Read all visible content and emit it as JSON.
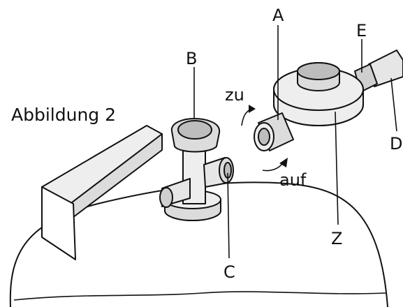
{
  "figure": {
    "caption": "Abbildung 2",
    "labels": {
      "a": "A",
      "b": "B",
      "c": "C",
      "d": "D",
      "e": "E",
      "z": "Z",
      "zu": "zu",
      "auf": "auf"
    },
    "colors": {
      "line": "#111111",
      "fill_light": "#eeeeee",
      "fill_mid": "#dcdcdc",
      "fill_dark": "#bdbdbd"
    }
  }
}
